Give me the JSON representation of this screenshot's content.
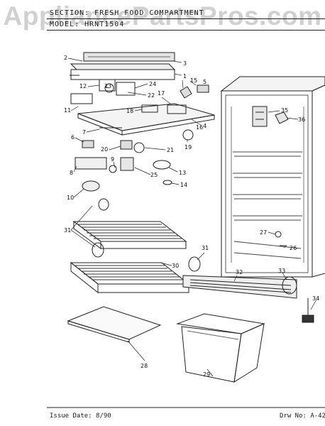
{
  "watermark": "AppliancePartsPros.com",
  "header": {
    "section_line": "SECTION: FRESH FOOD COMPARTMENT",
    "model_line": "MODEL: HRNT1504"
  },
  "footer": {
    "issue_date": "Issue Date: 8/90",
    "drawing_no": "Drw No: A-42"
  },
  "callouts": [
    {
      "id": "c1",
      "text": "1"
    },
    {
      "id": "c2",
      "text": "2"
    },
    {
      "id": "c3",
      "text": "3"
    },
    {
      "id": "c4",
      "text": "4"
    },
    {
      "id": "c5",
      "text": "5"
    },
    {
      "id": "c6",
      "text": "6"
    },
    {
      "id": "c7",
      "text": "7"
    },
    {
      "id": "c8",
      "text": "8"
    },
    {
      "id": "c9",
      "text": "9"
    },
    {
      "id": "c10",
      "text": "10"
    },
    {
      "id": "c11",
      "text": "11"
    },
    {
      "id": "c12",
      "text": "12"
    },
    {
      "id": "c13",
      "text": "13"
    },
    {
      "id": "c14",
      "text": "14"
    },
    {
      "id": "c15",
      "text": "15"
    },
    {
      "id": "c16",
      "text": "16"
    },
    {
      "id": "c17",
      "text": "17"
    },
    {
      "id": "c18",
      "text": "18"
    },
    {
      "id": "c19",
      "text": "19"
    },
    {
      "id": "c20",
      "text": "20"
    },
    {
      "id": "c21",
      "text": "21"
    },
    {
      "id": "c22",
      "text": "22"
    },
    {
      "id": "c23",
      "text": "23"
    },
    {
      "id": "c24",
      "text": "24"
    },
    {
      "id": "c25",
      "text": "25"
    },
    {
      "id": "c26",
      "text": "26"
    },
    {
      "id": "c27",
      "text": "27"
    },
    {
      "id": "c28",
      "text": "28"
    },
    {
      "id": "c29",
      "text": "29"
    },
    {
      "id": "c30",
      "text": "30"
    },
    {
      "id": "c31a",
      "text": "31"
    },
    {
      "id": "c31b",
      "text": "31"
    },
    {
      "id": "c32",
      "text": "32"
    },
    {
      "id": "c33",
      "text": "33"
    },
    {
      "id": "c34",
      "text": "34"
    },
    {
      "id": "c35",
      "text": "35"
    },
    {
      "id": "c36",
      "text": "36"
    }
  ]
}
